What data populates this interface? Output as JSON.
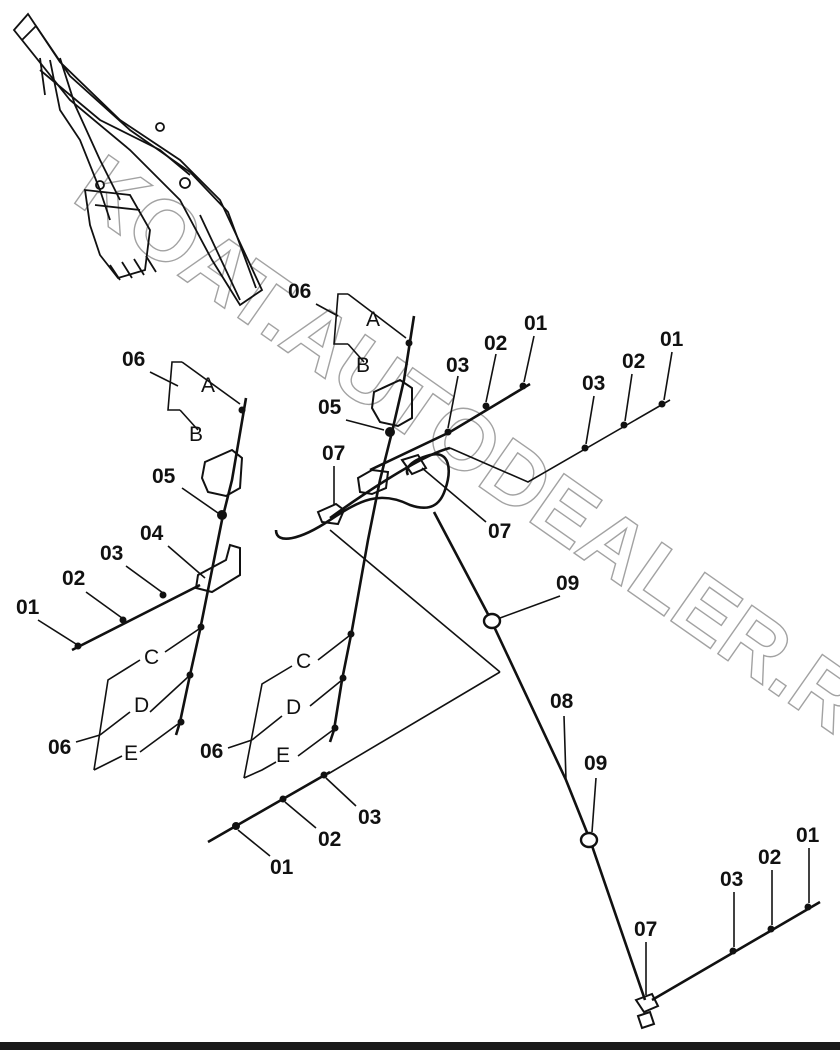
{
  "watermark": "KOAT.AUTODEALER.RU",
  "callouts": {
    "left": {
      "c06a": "06",
      "A": "A",
      "B": "B",
      "c05": "05",
      "c04": "04",
      "c03": "03",
      "c02": "02",
      "c01": "01",
      "C": "C",
      "D": "D",
      "E": "E",
      "c06b": "06"
    },
    "middle": {
      "c06a": "06",
      "A": "A",
      "B": "B",
      "c05": "05",
      "c07a": "07",
      "c07b": "07",
      "c03": "03",
      "c02": "02",
      "c01": "01",
      "C": "C",
      "D": "D",
      "E": "E",
      "c06b": "06",
      "low03": "03",
      "low02": "02",
      "low01": "01"
    },
    "right": {
      "c03": "03",
      "c02": "02",
      "c01": "01",
      "c09a": "09",
      "c08": "08",
      "c09b": "09",
      "c07": "07",
      "low03": "03",
      "low02": "02",
      "low01": "01"
    }
  }
}
